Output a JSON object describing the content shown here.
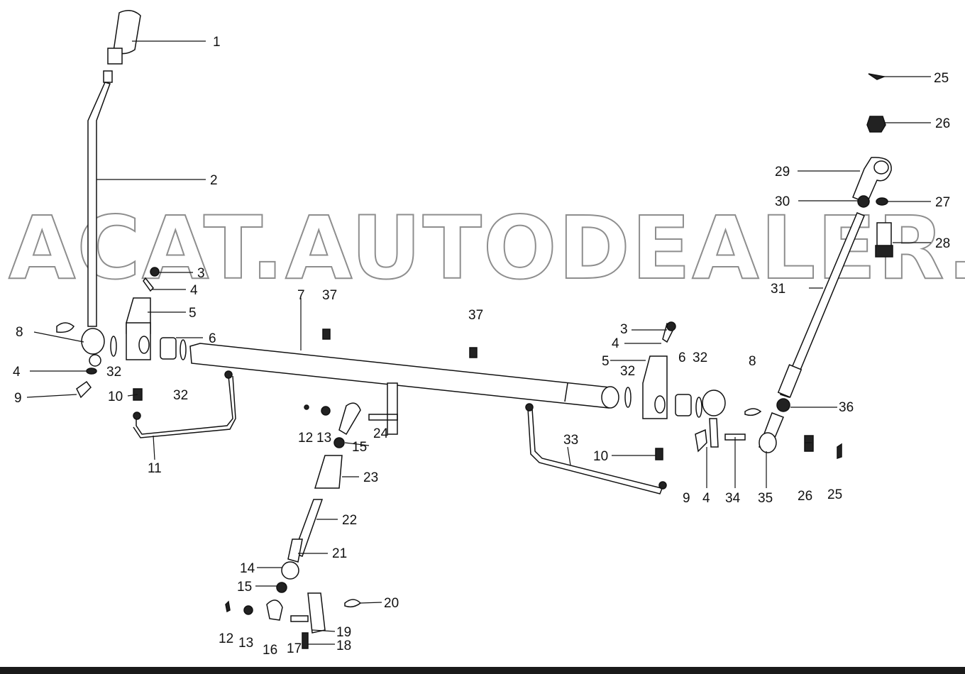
{
  "watermark": "ACAT.AUTODEALER.RU",
  "colors": {
    "ink": "#111111",
    "background": "#ffffff",
    "bottom_bar": "#1a1a1a"
  },
  "callouts": [
    {
      "id": "c1",
      "text": "1"
    },
    {
      "id": "c2",
      "text": "2"
    },
    {
      "id": "c3a",
      "text": "3"
    },
    {
      "id": "c4a",
      "text": "4"
    },
    {
      "id": "c5a",
      "text": "5"
    },
    {
      "id": "c6a",
      "text": "6"
    },
    {
      "id": "c7",
      "text": "7"
    },
    {
      "id": "c8a",
      "text": "8"
    },
    {
      "id": "c4b",
      "text": "4"
    },
    {
      "id": "c32a",
      "text": "32"
    },
    {
      "id": "c9a",
      "text": "9"
    },
    {
      "id": "c10a",
      "text": "10"
    },
    {
      "id": "c32b",
      "text": "32"
    },
    {
      "id": "c11",
      "text": "11"
    },
    {
      "id": "c37a",
      "text": "37"
    },
    {
      "id": "c37b",
      "text": "37"
    },
    {
      "id": "c12a",
      "text": "12"
    },
    {
      "id": "c13a",
      "text": "13"
    },
    {
      "id": "c24",
      "text": "24"
    },
    {
      "id": "c15a",
      "text": "15"
    },
    {
      "id": "c23",
      "text": "23"
    },
    {
      "id": "c22",
      "text": "22"
    },
    {
      "id": "c21",
      "text": "21"
    },
    {
      "id": "c14",
      "text": "14"
    },
    {
      "id": "c15b",
      "text": "15"
    },
    {
      "id": "c20",
      "text": "20"
    },
    {
      "id": "c12b",
      "text": "12"
    },
    {
      "id": "c13b",
      "text": "13"
    },
    {
      "id": "c16",
      "text": "16"
    },
    {
      "id": "c17",
      "text": "17"
    },
    {
      "id": "c19",
      "text": "19"
    },
    {
      "id": "c18",
      "text": "18"
    },
    {
      "id": "c3b",
      "text": "3"
    },
    {
      "id": "c4c",
      "text": "4"
    },
    {
      "id": "c5b",
      "text": "5"
    },
    {
      "id": "c32c",
      "text": "32"
    },
    {
      "id": "c6b",
      "text": "6"
    },
    {
      "id": "c32d",
      "text": "32"
    },
    {
      "id": "c8b",
      "text": "8"
    },
    {
      "id": "c33",
      "text": "33"
    },
    {
      "id": "c10b",
      "text": "10"
    },
    {
      "id": "c9b",
      "text": "9"
    },
    {
      "id": "c4d",
      "text": "4"
    },
    {
      "id": "c34",
      "text": "34"
    },
    {
      "id": "c35",
      "text": "35"
    },
    {
      "id": "c26b",
      "text": "26"
    },
    {
      "id": "c25b",
      "text": "25"
    },
    {
      "id": "c36",
      "text": "36"
    },
    {
      "id": "c31",
      "text": "31"
    },
    {
      "id": "c30",
      "text": "30"
    },
    {
      "id": "c27",
      "text": "27"
    },
    {
      "id": "c28",
      "text": "28"
    },
    {
      "id": "c29",
      "text": "29"
    },
    {
      "id": "c26a",
      "text": "26"
    },
    {
      "id": "c25a",
      "text": "25"
    }
  ]
}
